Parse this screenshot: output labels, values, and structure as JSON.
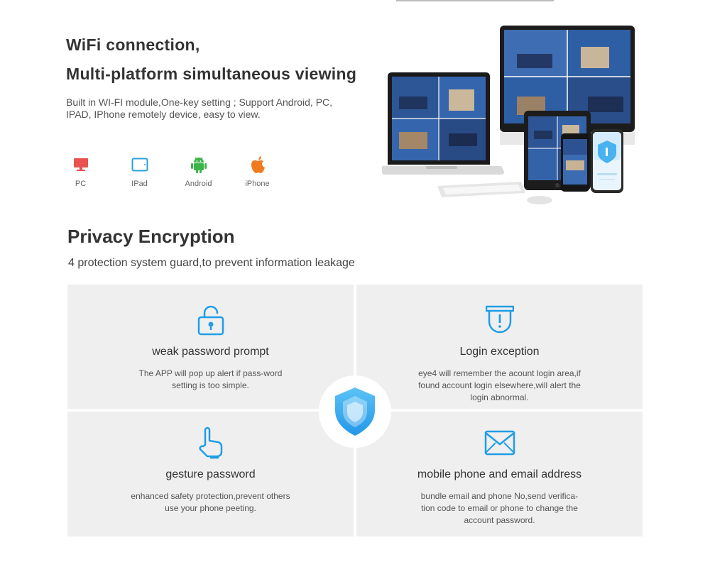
{
  "wifi": {
    "title_line1": "WiFi connection,",
    "title_line2": "Multi-platform simultaneous viewing",
    "description": "Built in WI-FI module,One-key setting ; Support Android, PC, IPAD, IPhone remotely device, easy to view.",
    "platforms": [
      {
        "label": "PC",
        "icon": "monitor-icon",
        "color": "#e8524f"
      },
      {
        "label": "IPad",
        "icon": "tablet-icon",
        "color": "#27a3e0"
      },
      {
        "label": "Android",
        "icon": "android-icon",
        "color": "#3bb54a"
      },
      {
        "label": "iPhone",
        "icon": "apple-icon",
        "color": "#f07a1e"
      }
    ]
  },
  "privacy": {
    "title": "Privacy Encryption",
    "subtitle": "4 protection system guard,to prevent information leakage",
    "accent_color": "#1f9ee6",
    "features": [
      {
        "title": "weak password prompt",
        "description": "The APP will pop up alert if pass-word setting is too simple.",
        "icon": "padlock-icon"
      },
      {
        "title": "Login exception",
        "description": "eye4 will remember the acount login area,if found account login elsewhere,will alert the login abnormal.",
        "icon": "alert-shield-icon"
      },
      {
        "title": "gesture password",
        "description": "enhanced safety protection,prevent others use your phone peeting.",
        "icon": "pointing-hand-icon"
      },
      {
        "title": "mobile phone and email address",
        "description": "bundle email and phone No,send verifica-tion code to email or phone to change the account password.",
        "icon": "envelope-icon"
      }
    ]
  }
}
